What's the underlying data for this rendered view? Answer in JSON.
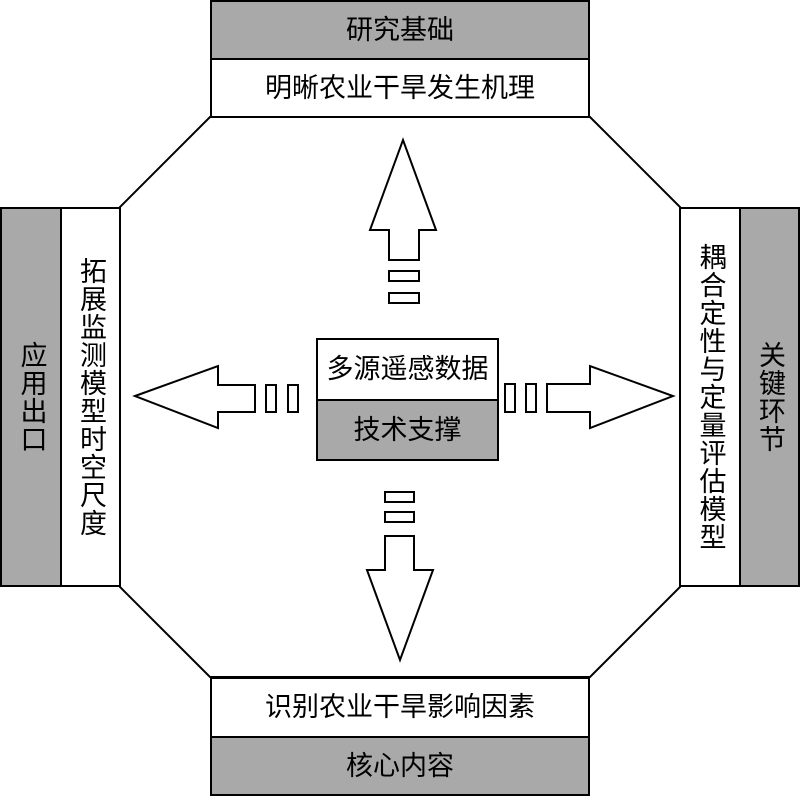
{
  "top": {
    "header": "研究基础",
    "body": "明晰农业干旱发生机理"
  },
  "right": {
    "header": "关键环节",
    "body": "耦合定性与定量评估模型"
  },
  "bottom": {
    "header": "核心内容",
    "body": "识别农业干旱影响因素"
  },
  "left": {
    "header": "应用出口",
    "body": "拓展监测模型时空尺度"
  },
  "center": {
    "title": "多源遥感数据",
    "subtitle": "技术支撑"
  },
  "colors": {
    "header_fill": "#a9a9a9",
    "body_fill": "#ffffff",
    "stroke": "#000000"
  }
}
